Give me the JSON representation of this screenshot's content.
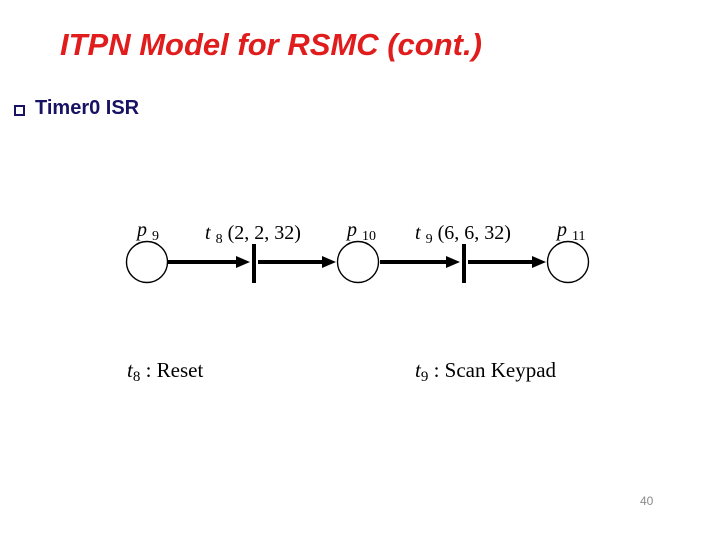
{
  "colors": {
    "background": "#ffffff",
    "title_red": "#e01c1c",
    "heading_navy": "#171263",
    "diagram_ink": "#000000",
    "page_number_gray": "#8a8a8a"
  },
  "header": {
    "title": "ITPN Model for RSMC (cont.)"
  },
  "bullet": {
    "icon": "square-outline-icon",
    "label": "Timer0 ISR"
  },
  "diagram": {
    "type": "petri-net",
    "places": [
      {
        "name": "p9",
        "base": "p",
        "sub": "9"
      },
      {
        "name": "p10",
        "base": "p",
        "sub": "10"
      },
      {
        "name": "p11",
        "base": "p",
        "sub": "11"
      }
    ],
    "transitions": [
      {
        "name": "t8",
        "base": "t",
        "sub": "8",
        "params": "(2, 2, 32)"
      },
      {
        "name": "t9",
        "base": "t",
        "sub": "9",
        "params": "(6, 6, 32)"
      }
    ],
    "arcs": [
      "p9 -> t8",
      "t8 -> p10",
      "p10 -> t9",
      "t9 -> p11"
    ]
  },
  "legend": {
    "items": [
      {
        "base": "t",
        "sub": "8",
        "desc": " : Reset"
      },
      {
        "base": "t",
        "sub": "9",
        "desc": " : Scan Keypad"
      }
    ]
  },
  "footer": {
    "page_number": "40"
  }
}
